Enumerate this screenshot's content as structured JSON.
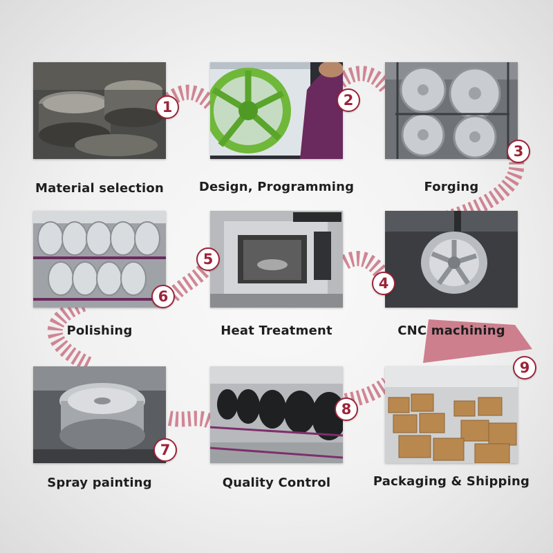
{
  "accent_color": "#9c2438",
  "ribbon_color": "#c97283",
  "steps": [
    {
      "number": "1",
      "label": "Material selection",
      "icon": "raw-wheel-blanks-photo"
    },
    {
      "number": "2",
      "label": "Design, Programming",
      "icon": "cad-wheel-design-photo"
    },
    {
      "number": "3",
      "label": "Forging",
      "icon": "forged-wheels-rack-photo"
    },
    {
      "number": "4",
      "label": "CNC machining",
      "icon": "cnc-machined-wheel-photo"
    },
    {
      "number": "5",
      "label": "Heat Treatment",
      "icon": "heat-treatment-machine-photo"
    },
    {
      "number": "6",
      "label": "Polishing",
      "icon": "polished-wheels-rack-photo"
    },
    {
      "number": "7",
      "label": "Spray painting",
      "icon": "spray-painted-wheel-photo"
    },
    {
      "number": "8",
      "label": "Quality Control",
      "icon": "quality-control-line-photo"
    },
    {
      "number": "9",
      "label": "Packaging & Shipping",
      "icon": "packaged-boxes-warehouse-photo"
    }
  ]
}
